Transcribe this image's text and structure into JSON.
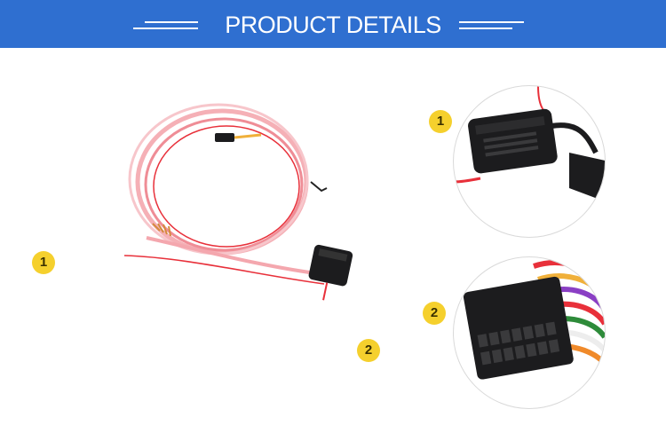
{
  "banner": {
    "title": "PRODUCT DETAILS",
    "background_color": "#2f6fd0"
  },
  "callouts": [
    {
      "number": "1"
    },
    {
      "number": "2"
    }
  ],
  "details": [
    {
      "number": "1",
      "subject": "fuse holder"
    },
    {
      "number": "2",
      "subject": "multi-pin connector"
    }
  ],
  "colors": {
    "badge": "#f5d02d",
    "wire_red": "#e8303a",
    "wire_pink": "#f4a7ae",
    "connector_black": "#1c1c1e"
  }
}
